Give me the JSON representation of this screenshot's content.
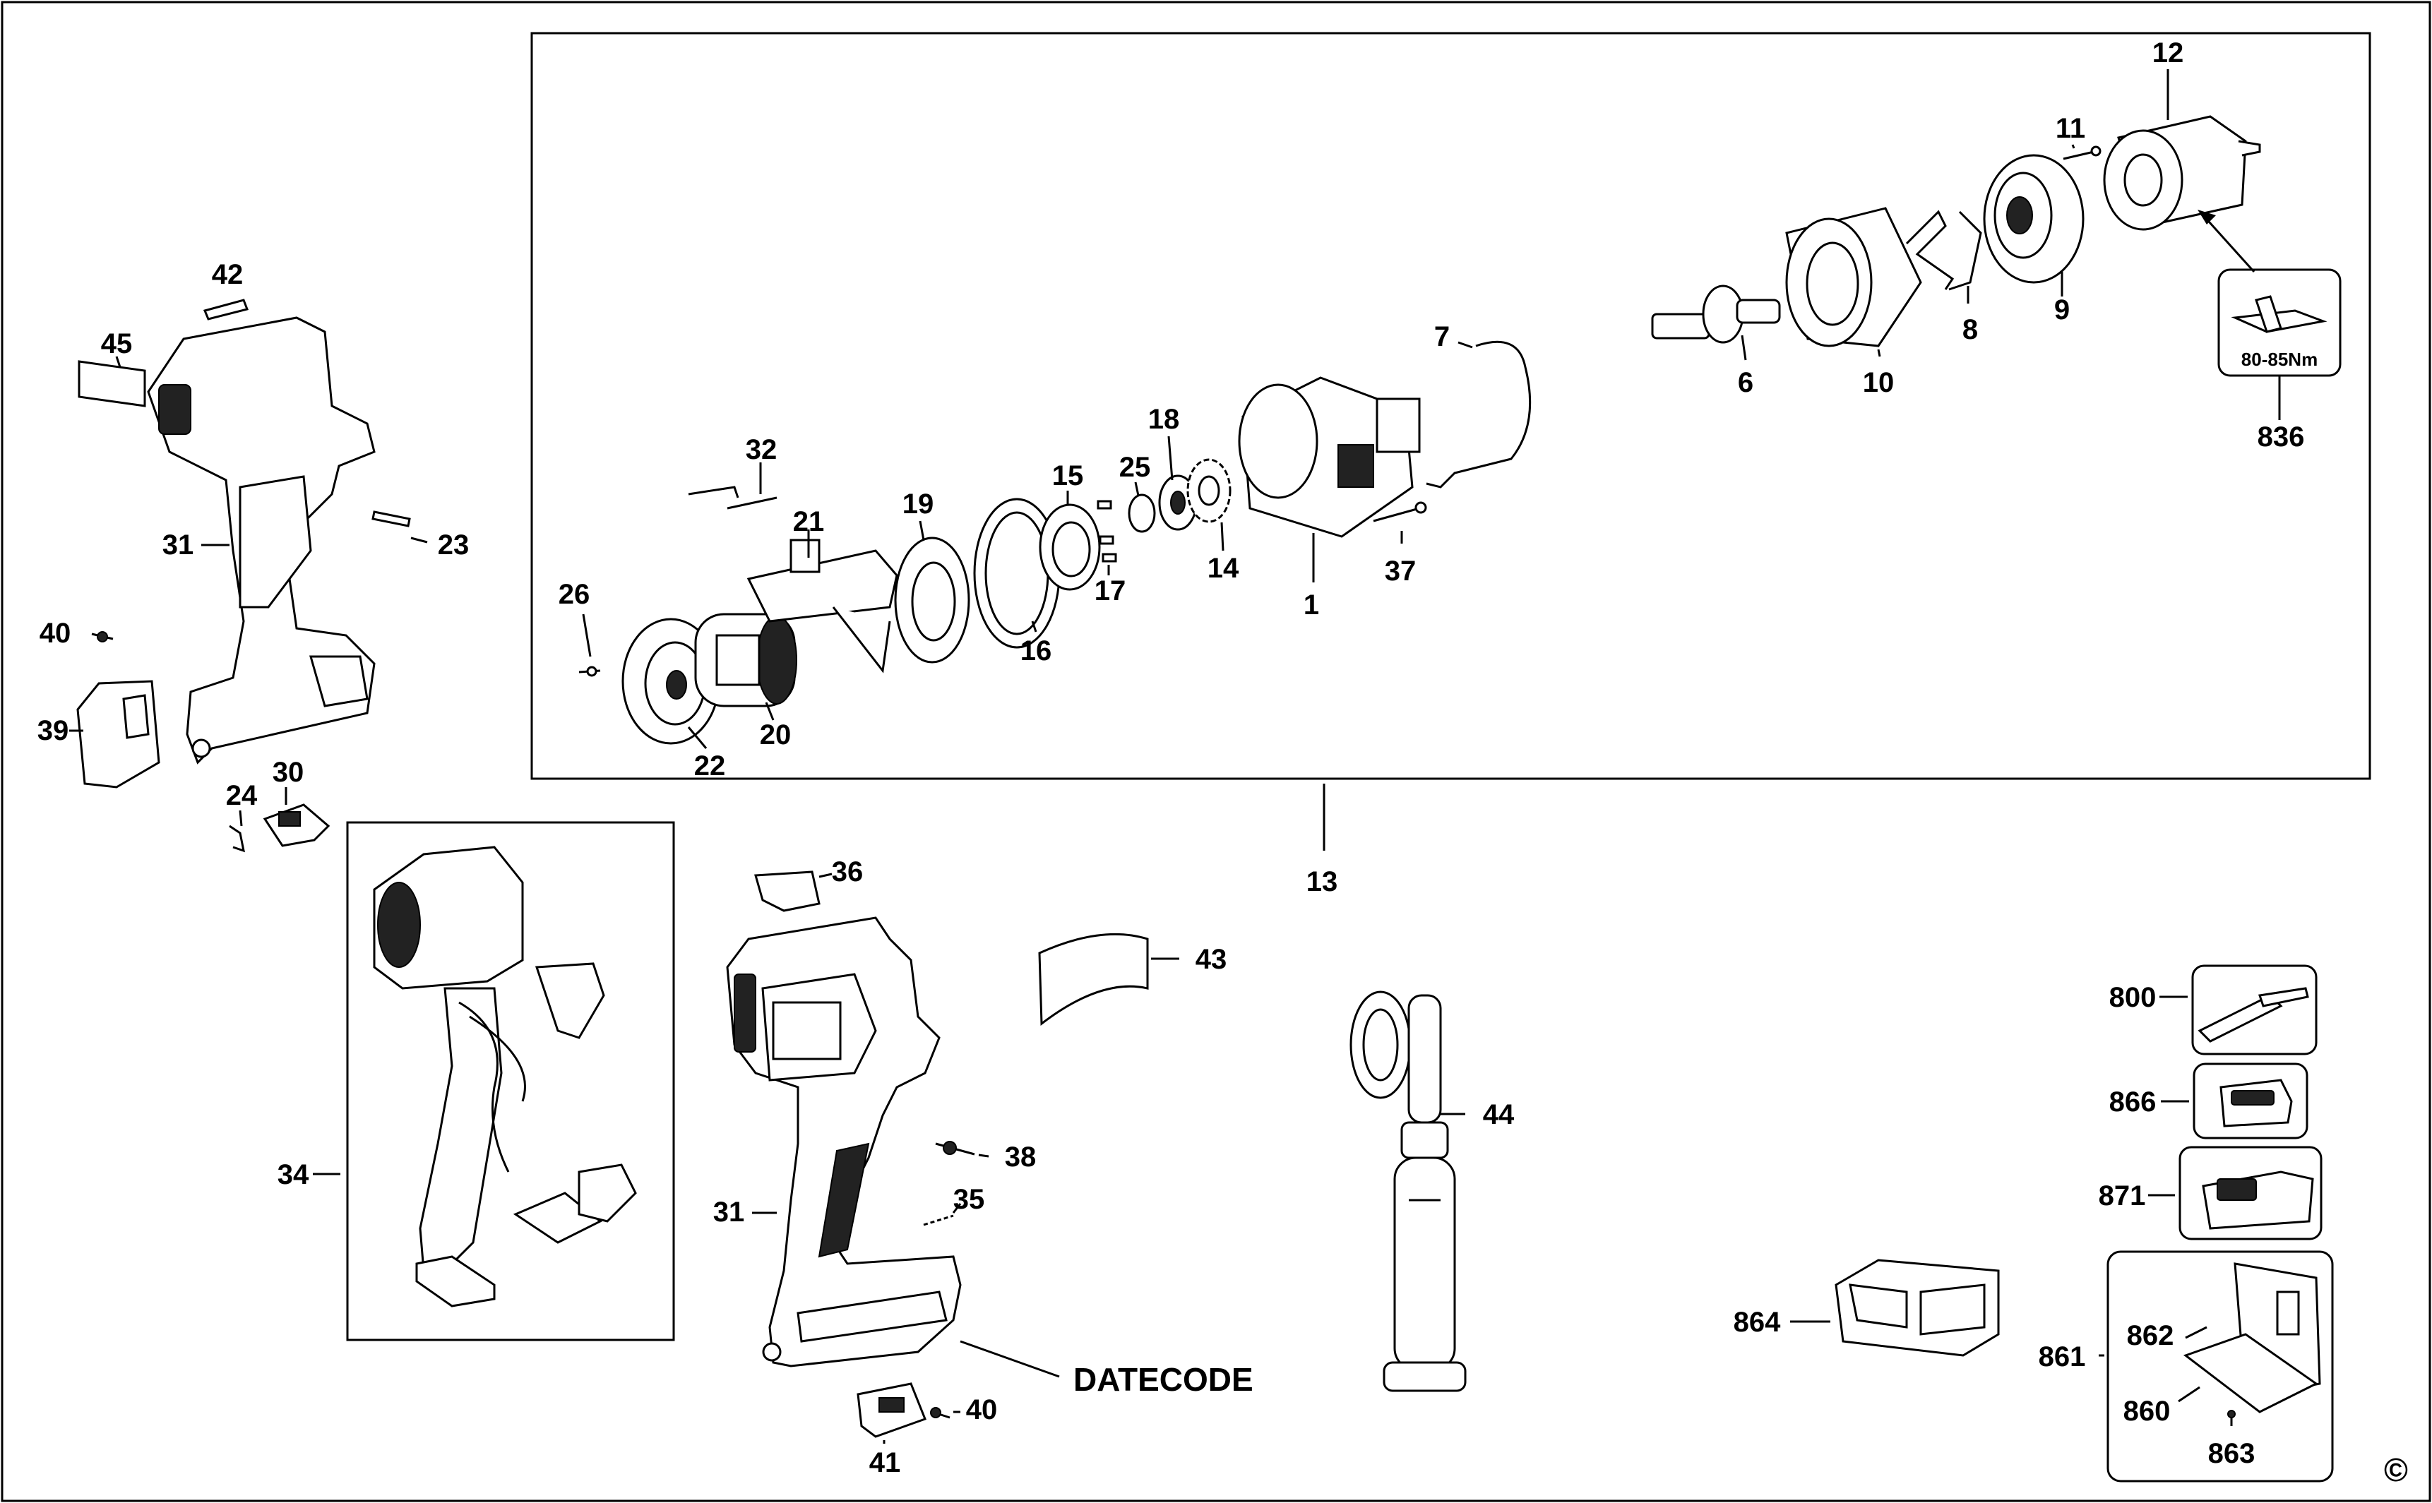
{
  "labels": {
    "p1": "1",
    "p6": "6",
    "p7": "7",
    "p8": "8",
    "p9": "9",
    "p10": "10",
    "p11": "11",
    "p12": "12",
    "p13": "13",
    "p14": "14",
    "p15": "15",
    "p16": "16",
    "p17": "17",
    "p18": "18",
    "p19": "19",
    "p20": "20",
    "p21": "21",
    "p22": "22",
    "p23": "23",
    "p24": "24",
    "p25": "25",
    "p26": "26",
    "p30": "30",
    "p31a": "31",
    "p31b": "31",
    "p32": "32",
    "p34": "34",
    "p35": "35",
    "p36": "36",
    "p37": "37",
    "p38": "38",
    "p39": "39",
    "p40a": "40",
    "p40b": "40",
    "p41": "41",
    "p42": "42",
    "p43": "43",
    "p44": "44",
    "p45": "45",
    "p800": "800",
    "p836": "836",
    "p860": "860",
    "p861": "861",
    "p862": "862",
    "p863": "863",
    "p864": "864",
    "p866": "866",
    "p871": "871"
  },
  "torque": "80-85Nm",
  "datecode": "DATECODE",
  "copyright": "©"
}
